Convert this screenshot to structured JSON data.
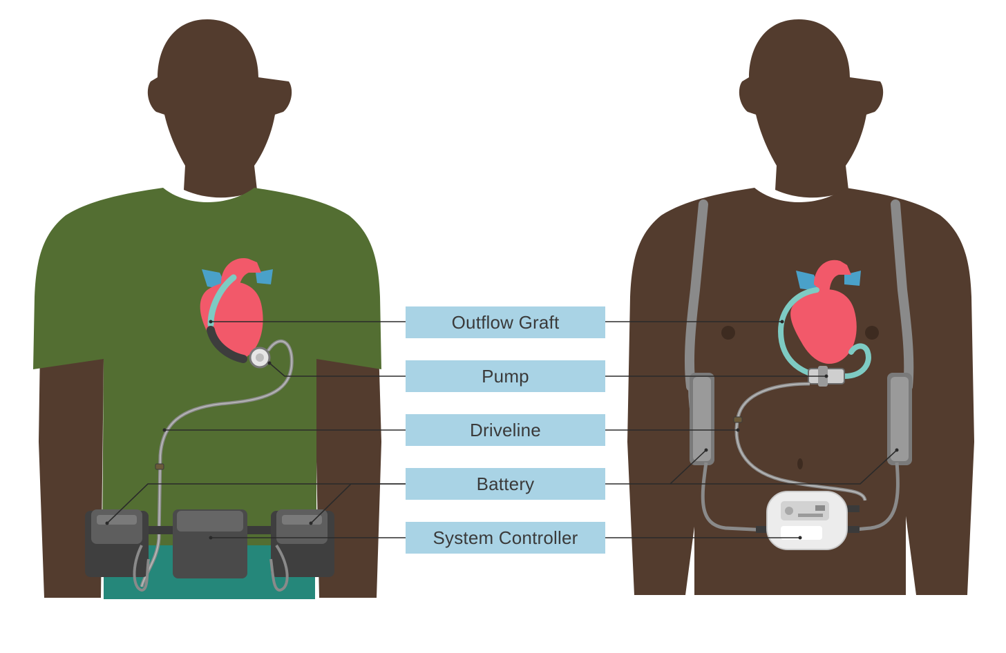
{
  "labels": {
    "outflow_graft": "Outflow Graft",
    "pump": "Pump",
    "driveline": "Driveline",
    "battery": "Battery",
    "system_controller": "System Controller"
  },
  "colors": {
    "skin": "#533c2e",
    "shirt": "#536e32",
    "pants": "#25877a",
    "heart": "#f2596a",
    "heart_vessel": "#4aa1c9",
    "graft": "#7ecbc3",
    "label_bg": "#a9d3e5",
    "device_dark": "#5a5a5a",
    "harness": "#8a8a8a",
    "controller_white": "#ececec"
  }
}
